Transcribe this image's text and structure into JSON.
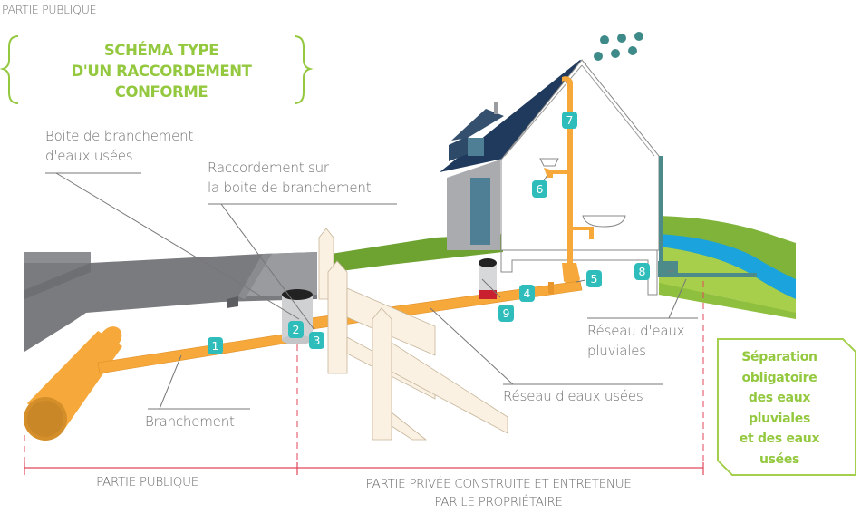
{
  "header": {
    "section_label": "PARTIE PUBLIQUE",
    "title_lines": [
      "SCHÉMA TYPE",
      "D'UN RACCORDEMENT",
      "CONFORME"
    ]
  },
  "callouts": {
    "boite_branchement": [
      "Boite de branchement",
      "d'eaux usées"
    ],
    "raccordement": [
      "Raccordement sur",
      "la boite de branchement"
    ],
    "branchement": "Branchement",
    "reseau_usees": "Réseau d'eaux usées",
    "reseau_pluviales": [
      "Réseau d'eaux",
      "pluviales"
    ]
  },
  "badges": [
    "1",
    "2",
    "3",
    "4",
    "5",
    "6",
    "7",
    "8",
    "9"
  ],
  "bottom": {
    "public_label": "PARTIE PUBLIQUE",
    "private_label_lines": [
      "PARTIE PRIVÉE CONSTRUITE ET ENTRETENUE",
      "PAR LE PROPRIÉTAIRE"
    ]
  },
  "separation_note": [
    "Séparation",
    "obligatoire",
    "des eaux",
    "pluviales",
    "et des eaux",
    "usées"
  ],
  "colors": {
    "accent_green": "#93c83f",
    "badge_teal": "#2fbdbb",
    "pipe_orange": "#f6a83b",
    "boundary_red": "#e0475a",
    "roof_navy": "#1f3a5c",
    "stormwater_pipe": "#4d8a8a",
    "river_blue": "#1aa3dc",
    "grass_green": "#6ea332"
  }
}
